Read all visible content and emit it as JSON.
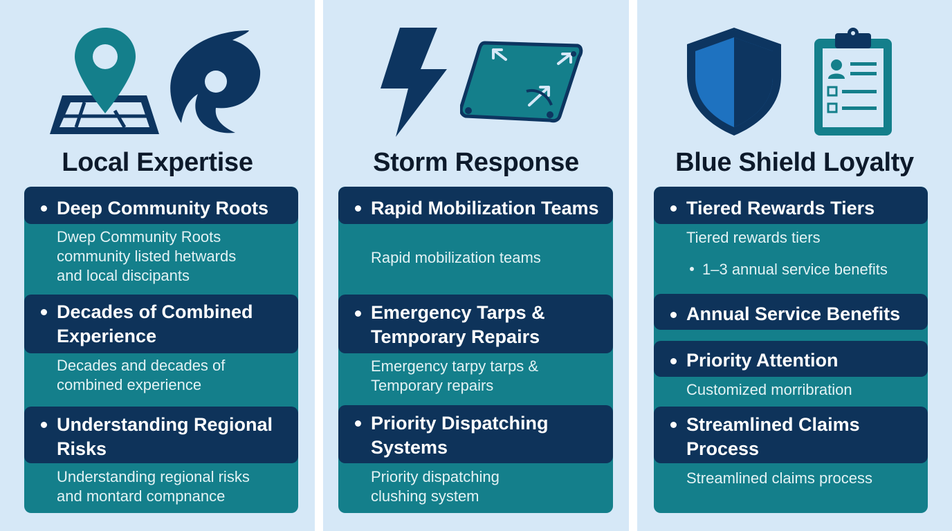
{
  "colors": {
    "background": "#d6e8f7",
    "card_teal": "#147f8b",
    "header_navy": "#0e335a",
    "icon_navy": "#0d3560",
    "icon_teal": "#147f8b",
    "shield_blue": "#1e72c0"
  },
  "columns": [
    {
      "title": "Local Expertise",
      "icons": [
        "map-pin-icon",
        "hurricane-icon"
      ],
      "items": [
        {
          "heading": "Deep Community Roots",
          "body": [
            "Dwep Community Roots",
            "community listed hetwards",
            "and local discipants"
          ]
        },
        {
          "heading": "Decades of Combined",
          "heading_line2": "Experience",
          "body": [
            "Decades and decades of",
            "combined experience"
          ]
        },
        {
          "heading": "Understanding Regional",
          "heading_line2": "Risks",
          "body": [
            "Understanding regional risks",
            "and montard compnance"
          ]
        }
      ]
    },
    {
      "title": "Storm Response",
      "icons": [
        "lightning-bolt-icon",
        "tarp-icon"
      ],
      "items": [
        {
          "heading": "Rapid Mobilization Teams",
          "body": [
            "Rapid mobilization teams"
          ]
        },
        {
          "heading": "Emergency Tarps &",
          "heading_line2": "Temporary Repairs",
          "body": [
            "Emergency tarpy tarps &",
            "Temporary repairs"
          ]
        },
        {
          "heading": "Priority Dispatching",
          "heading_line2": "Systems",
          "body": [
            "Priority dispatching",
            "clushing system"
          ]
        }
      ]
    },
    {
      "title": "Blue Shield Loyalty",
      "icons": [
        "shield-icon",
        "clipboard-icon"
      ],
      "items": [
        {
          "heading": "Tiered Rewards Tiers",
          "body": [
            "Tiered rewards tiers"
          ],
          "sub_bullet": "1–3 annual service benefits"
        },
        {
          "heading": "Annual Service Benefits"
        },
        {
          "heading": "Priority Attention",
          "body": [
            "Customized morribration"
          ]
        },
        {
          "heading": "Streamlined Claims",
          "heading_line2": "Process",
          "body": [
            "Streamlined claims process"
          ]
        }
      ]
    }
  ]
}
